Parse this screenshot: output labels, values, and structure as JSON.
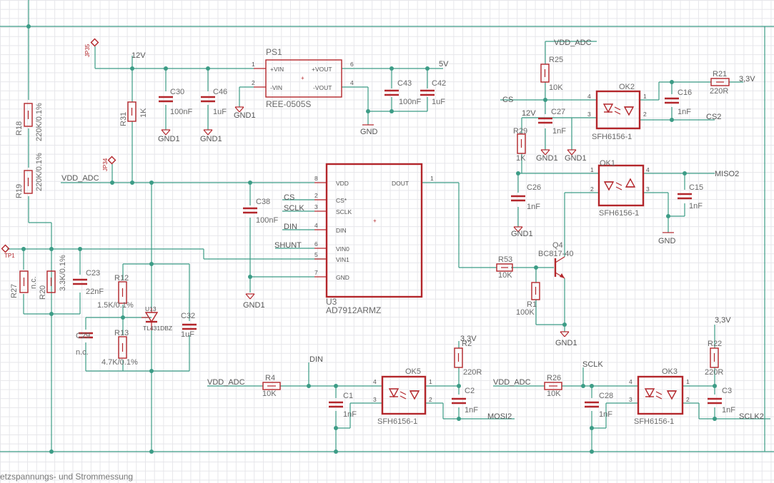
{
  "schematic": {
    "footer": "etzspannungs- und Strommessung",
    "rails": {
      "v12": "12V",
      "v5": "5V",
      "vdd_adc": "VDD_ADC",
      "v33": "3,3V",
      "gnd": "GND",
      "gnd1": "GND1"
    },
    "test_points": {
      "jp35": "JP35",
      "jp34": "JP34",
      "tp1": "TP1"
    },
    "net_labels": {
      "cs": "CS",
      "sclk": "SCLK",
      "din": "DIN",
      "shunt": "SHUNT",
      "cs2": "CS2",
      "miso2": "MISO2",
      "mosi2": "MOSI2",
      "sclk2": "SCLK2"
    },
    "components": {
      "PS1": {
        "name": "PS1",
        "value": "REE-0505S",
        "pins": [
          "+VIN",
          "-VIN",
          "+VOUT",
          "-VOUT"
        ],
        "pin_numbers": [
          "1",
          "2",
          "6",
          "4"
        ]
      },
      "U3": {
        "name": "U3",
        "value": "AD7912ARMZ",
        "pins": [
          "VDD",
          "CS*",
          "SCLK",
          "DIN",
          "VIN0",
          "VIN1",
          "GND",
          "DOUT"
        ],
        "pin_numbers": [
          "8",
          "2",
          "3",
          "4",
          "6",
          "5",
          "7",
          "1"
        ]
      },
      "R18": {
        "name": "R18",
        "value": "220K/0.1%"
      },
      "R19": {
        "name": "R19",
        "value": "220K/0.1%"
      },
      "R31": {
        "name": "R31",
        "value": "1K"
      },
      "R27": {
        "name": "R27",
        "value": "n.c."
      },
      "R20": {
        "name": "R20",
        "value": "3.3K/0.1%"
      },
      "R12": {
        "name": "R12",
        "value": "1.5K/0.1%"
      },
      "R13": {
        "name": "R13",
        "value": "4.7K/0.1%"
      },
      "U13": {
        "name": "U13",
        "value": "TL431DBZ"
      },
      "C23": {
        "name": "C23",
        "value": "22nF"
      },
      "C29": {
        "name": "C29",
        "value": "n.c."
      },
      "C32": {
        "name": "C32",
        "value": "1uF"
      },
      "C30": {
        "name": "C30",
        "value": "100nF"
      },
      "C46": {
        "name": "C46",
        "value": "1uF"
      },
      "C43": {
        "name": "C43",
        "value": "100nF"
      },
      "C42": {
        "name": "C42",
        "value": "1uF"
      },
      "C38": {
        "name": "C38",
        "value": "100nF"
      },
      "R25": {
        "name": "R25",
        "value": "10K"
      },
      "R29": {
        "name": "R29",
        "value": "1K"
      },
      "C27": {
        "name": "C27",
        "value": "1nF"
      },
      "OK2": {
        "name": "OK2",
        "value": "SFH6156-1"
      },
      "C16": {
        "name": "C16",
        "value": "1nF"
      },
      "R21": {
        "name": "R21",
        "value": "220R"
      },
      "OK1": {
        "name": "OK1",
        "value": "SFH6156-1"
      },
      "C26": {
        "name": "C26",
        "value": "1nF"
      },
      "C15": {
        "name": "C15",
        "value": "1nF"
      },
      "Q4": {
        "name": "Q4",
        "value": "BC817-40"
      },
      "R53": {
        "name": "R53",
        "value": "10K"
      },
      "R1": {
        "name": "R1",
        "value": "100K"
      },
      "R4": {
        "name": "R4",
        "value": "10K"
      },
      "C1": {
        "name": "C1",
        "value": "1nF"
      },
      "OK5": {
        "name": "OK5",
        "value": "SFH6156-1"
      },
      "R2": {
        "name": "R2",
        "value": "220R"
      },
      "C2": {
        "name": "C2",
        "value": "1nF"
      },
      "R26": {
        "name": "R26",
        "value": "10K"
      },
      "C28": {
        "name": "C28",
        "value": "1nF"
      },
      "OK3": {
        "name": "OK3",
        "value": "SFH6156-1"
      },
      "R22": {
        "name": "R22",
        "value": "220R"
      },
      "C3": {
        "name": "C3",
        "value": "1nF"
      }
    }
  }
}
